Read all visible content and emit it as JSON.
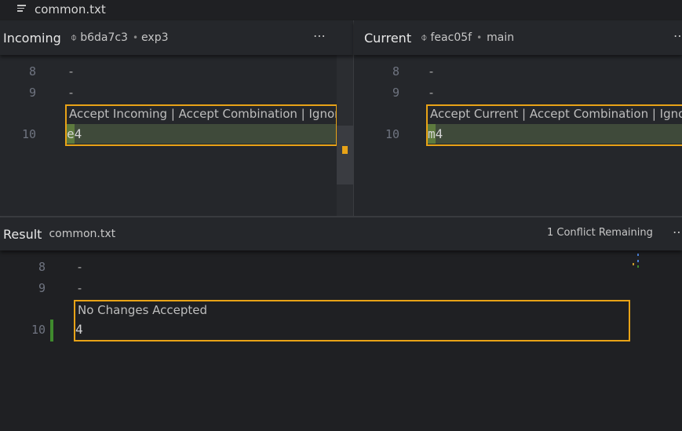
{
  "window": {
    "title": "common.txt"
  },
  "incoming": {
    "label": "Incoming",
    "commit": "b6da7c3",
    "branch": "exp3",
    "lines": [
      {
        "num": "8",
        "text": "-"
      },
      {
        "num": "9",
        "text": "-"
      }
    ],
    "codelens": "Accept Incoming | Accept Combination | Ignore",
    "conflict_line": {
      "num": "10",
      "text": "e4"
    }
  },
  "current": {
    "label": "Current",
    "commit": "feac05f",
    "branch": "main",
    "lines": [
      {
        "num": "8",
        "text": "-"
      },
      {
        "num": "9",
        "text": "-"
      }
    ],
    "codelens": "Accept Current | Accept Combination | Ignore",
    "conflict_line": {
      "num": "10",
      "text": "m4"
    }
  },
  "result": {
    "label": "Result",
    "file": "common.txt",
    "status": "1 Conflict Remaining",
    "lines": [
      {
        "num": "8",
        "text": "-"
      },
      {
        "num": "9",
        "text": "-"
      }
    ],
    "codelens": "No Changes Accepted",
    "conflict_line": {
      "num": "10",
      "text": "4"
    }
  },
  "icons": {
    "more": "more-horizontal-icon",
    "commit": "git-commit-icon",
    "file": "text-file-icon"
  },
  "colors": {
    "conflict_border": "#e8a317",
    "added_gutter": "#3f8a2d",
    "background": "#25272b"
  }
}
